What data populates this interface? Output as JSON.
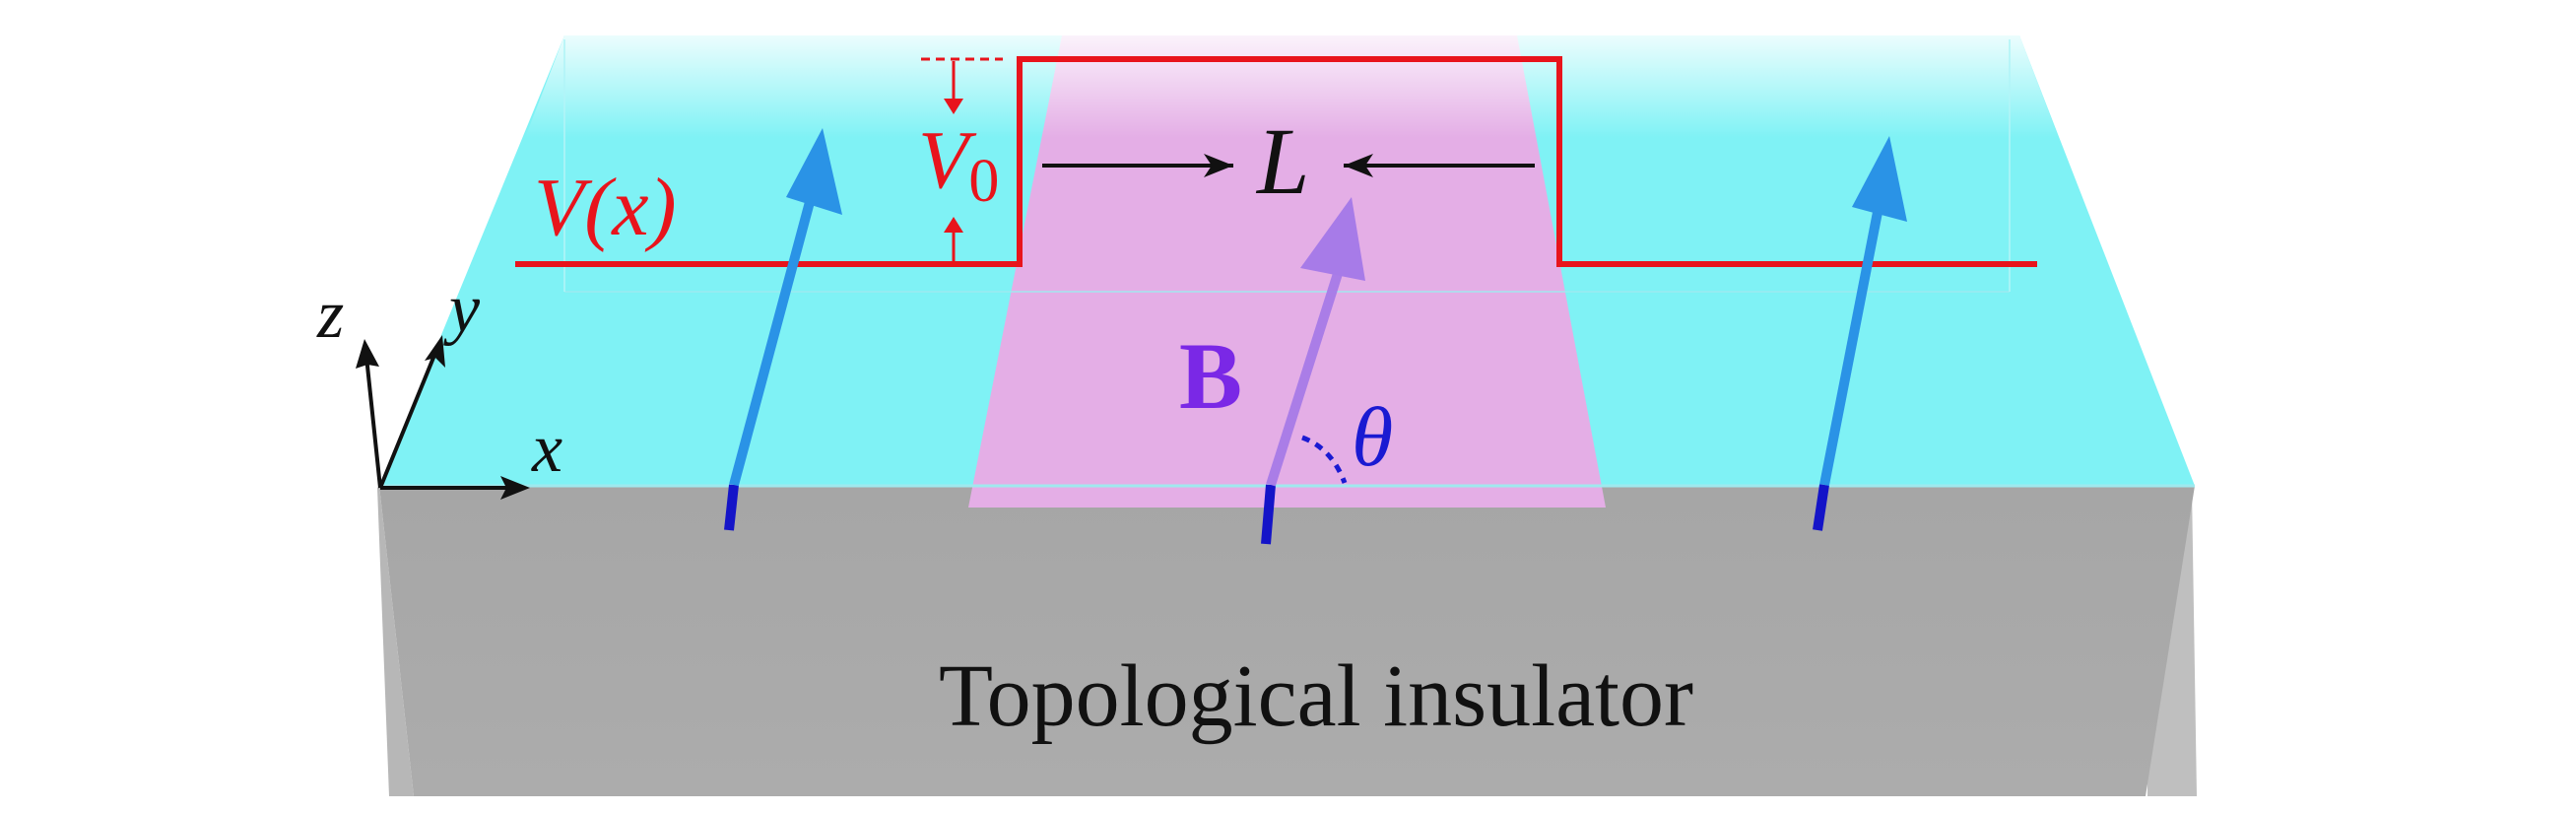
{
  "labels": {
    "potential": "V(x)",
    "barrier_height": "V",
    "barrier_height_subscript": "0",
    "barrier_width": "L",
    "field": "B",
    "angle": "θ",
    "axis_x": "x",
    "axis_y": "y",
    "axis_z": "z",
    "material": "Topological insulator"
  },
  "colors": {
    "surface": "#7ff2f5",
    "barrier_region": "#e4aee6",
    "bulk_front": "#a9a9a9",
    "bulk_side": "#c4c4c4",
    "potential_line": "#e8141c",
    "spin_arrow": "#2a93e6",
    "field_arrow": "#a77be8",
    "field_label": "#7a28e6",
    "angle_mark": "#1a1ad2",
    "axis_arrows": "#111111",
    "text": "#111111"
  }
}
